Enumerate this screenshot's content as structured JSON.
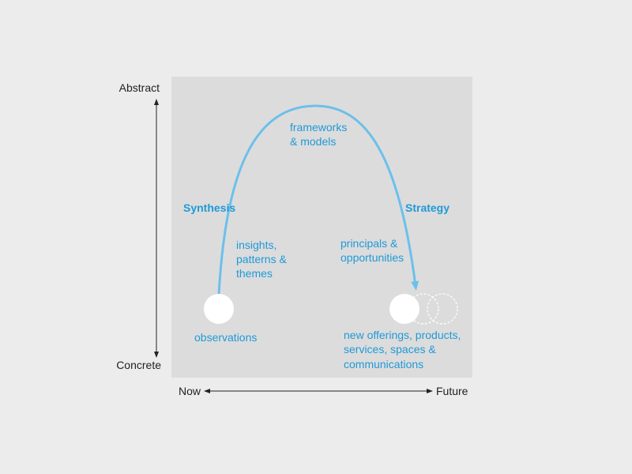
{
  "axes": {
    "vertical_top": "Abstract",
    "vertical_bottom": "Concrete",
    "horizontal_left": "Now",
    "horizontal_right": "Future"
  },
  "arc": {
    "left_label": "Synthesis",
    "right_label": "Strategy"
  },
  "labels": {
    "frameworks_line1": "frameworks",
    "frameworks_line2": "& models",
    "insights_line1": "insights,",
    "insights_line2": "patterns &",
    "insights_line3": "themes",
    "principals_line1": "principals &",
    "principals_line2": "opportunities",
    "observations": "observations",
    "offerings_line1": "new offerings, products,",
    "offerings_line2": "services, spaces &",
    "offerings_line3": "communications"
  },
  "colors": {
    "panel": "#dcdcdd",
    "background": "#ececec",
    "accent": "#1f9ad6",
    "arc": "#6cc0ea",
    "text": "#222222"
  }
}
